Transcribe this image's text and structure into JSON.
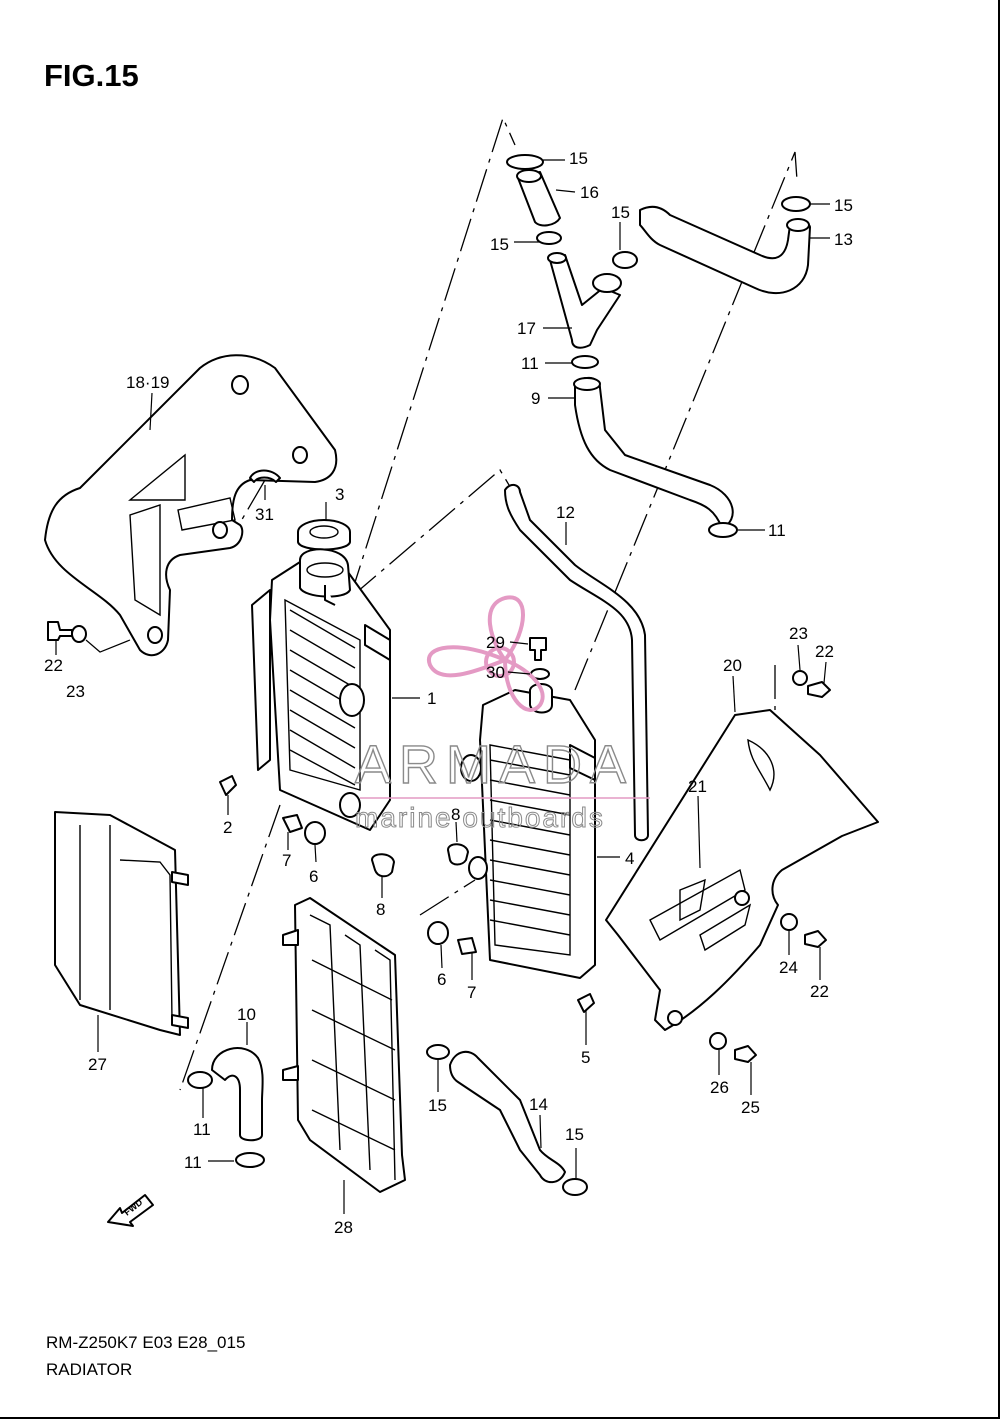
{
  "figure": {
    "title": "FIG.15",
    "model_code": "RM-Z250K7 E03 E28_015",
    "name": "RADIATOR"
  },
  "watermark": {
    "brand": "ARMADA",
    "tagline": "marine outboards",
    "accent_color": "#e49ac4"
  },
  "fwd_arrow_label": "FWD",
  "callouts": [
    {
      "id": "c15a",
      "label": "15"
    },
    {
      "id": "c16",
      "label": "16"
    },
    {
      "id": "c15b",
      "label": "15"
    },
    {
      "id": "c15c",
      "label": "15"
    },
    {
      "id": "c15d",
      "label": "15"
    },
    {
      "id": "c13",
      "label": "13"
    },
    {
      "id": "c17",
      "label": "17"
    },
    {
      "id": "c11a",
      "label": "11"
    },
    {
      "id": "c9",
      "label": "9"
    },
    {
      "id": "c11b",
      "label": "11"
    },
    {
      "id": "c1819",
      "label": "18·19"
    },
    {
      "id": "c3",
      "label": "3"
    },
    {
      "id": "c31",
      "label": "31"
    },
    {
      "id": "c12",
      "label": "12"
    },
    {
      "id": "c22a",
      "label": "22"
    },
    {
      "id": "c23a",
      "label": "23"
    },
    {
      "id": "c29",
      "label": "29"
    },
    {
      "id": "c30",
      "label": "30"
    },
    {
      "id": "c1",
      "label": "1"
    },
    {
      "id": "c23b",
      "label": "23"
    },
    {
      "id": "c22b",
      "label": "22"
    },
    {
      "id": "c20",
      "label": "20"
    },
    {
      "id": "c21",
      "label": "21"
    },
    {
      "id": "c2",
      "label": "2"
    },
    {
      "id": "c8a",
      "label": "8"
    },
    {
      "id": "c7a",
      "label": "7"
    },
    {
      "id": "c6a",
      "label": "6"
    },
    {
      "id": "c8b",
      "label": "8"
    },
    {
      "id": "c4",
      "label": "4"
    },
    {
      "id": "c24",
      "label": "24"
    },
    {
      "id": "c22c",
      "label": "22"
    },
    {
      "id": "c6b",
      "label": "6"
    },
    {
      "id": "c7b",
      "label": "7"
    },
    {
      "id": "c27",
      "label": "27"
    },
    {
      "id": "c5",
      "label": "5"
    },
    {
      "id": "c10",
      "label": "10"
    },
    {
      "id": "c26",
      "label": "26"
    },
    {
      "id": "c25",
      "label": "25"
    },
    {
      "id": "c15e",
      "label": "15"
    },
    {
      "id": "c14",
      "label": "14"
    },
    {
      "id": "c11c",
      "label": "11"
    },
    {
      "id": "c15f",
      "label": "15"
    },
    {
      "id": "c11d",
      "label": "11"
    },
    {
      "id": "c28",
      "label": "28"
    }
  ]
}
